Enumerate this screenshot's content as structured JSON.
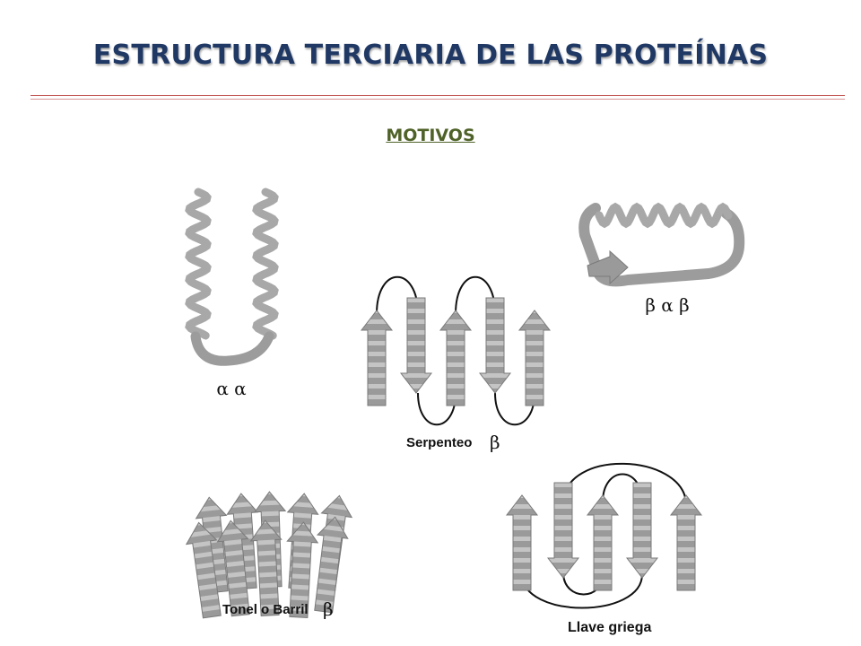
{
  "header": {
    "title": "ESTRUCTURA TERCIARIA DE LAS PROTEÍNAS",
    "subtitle": "MOTIVOS"
  },
  "colors": {
    "title": "#1f3864",
    "subtitle": "#4f6228",
    "rule": "#c0504d",
    "strand": "#9a9a9a",
    "strand_stripe": "#c8c8c8",
    "loop": "#111111"
  },
  "motifs": {
    "alpha_alpha": {
      "label": "α α"
    },
    "beta_alpha_beta": {
      "label": "β α β"
    },
    "beta_meander": {
      "label": "Serpenteo",
      "symbol": "β"
    },
    "beta_barrel": {
      "label": "Tonel o Barril",
      "symbol": "β"
    },
    "greek_key": {
      "label": "Llave griega"
    }
  }
}
